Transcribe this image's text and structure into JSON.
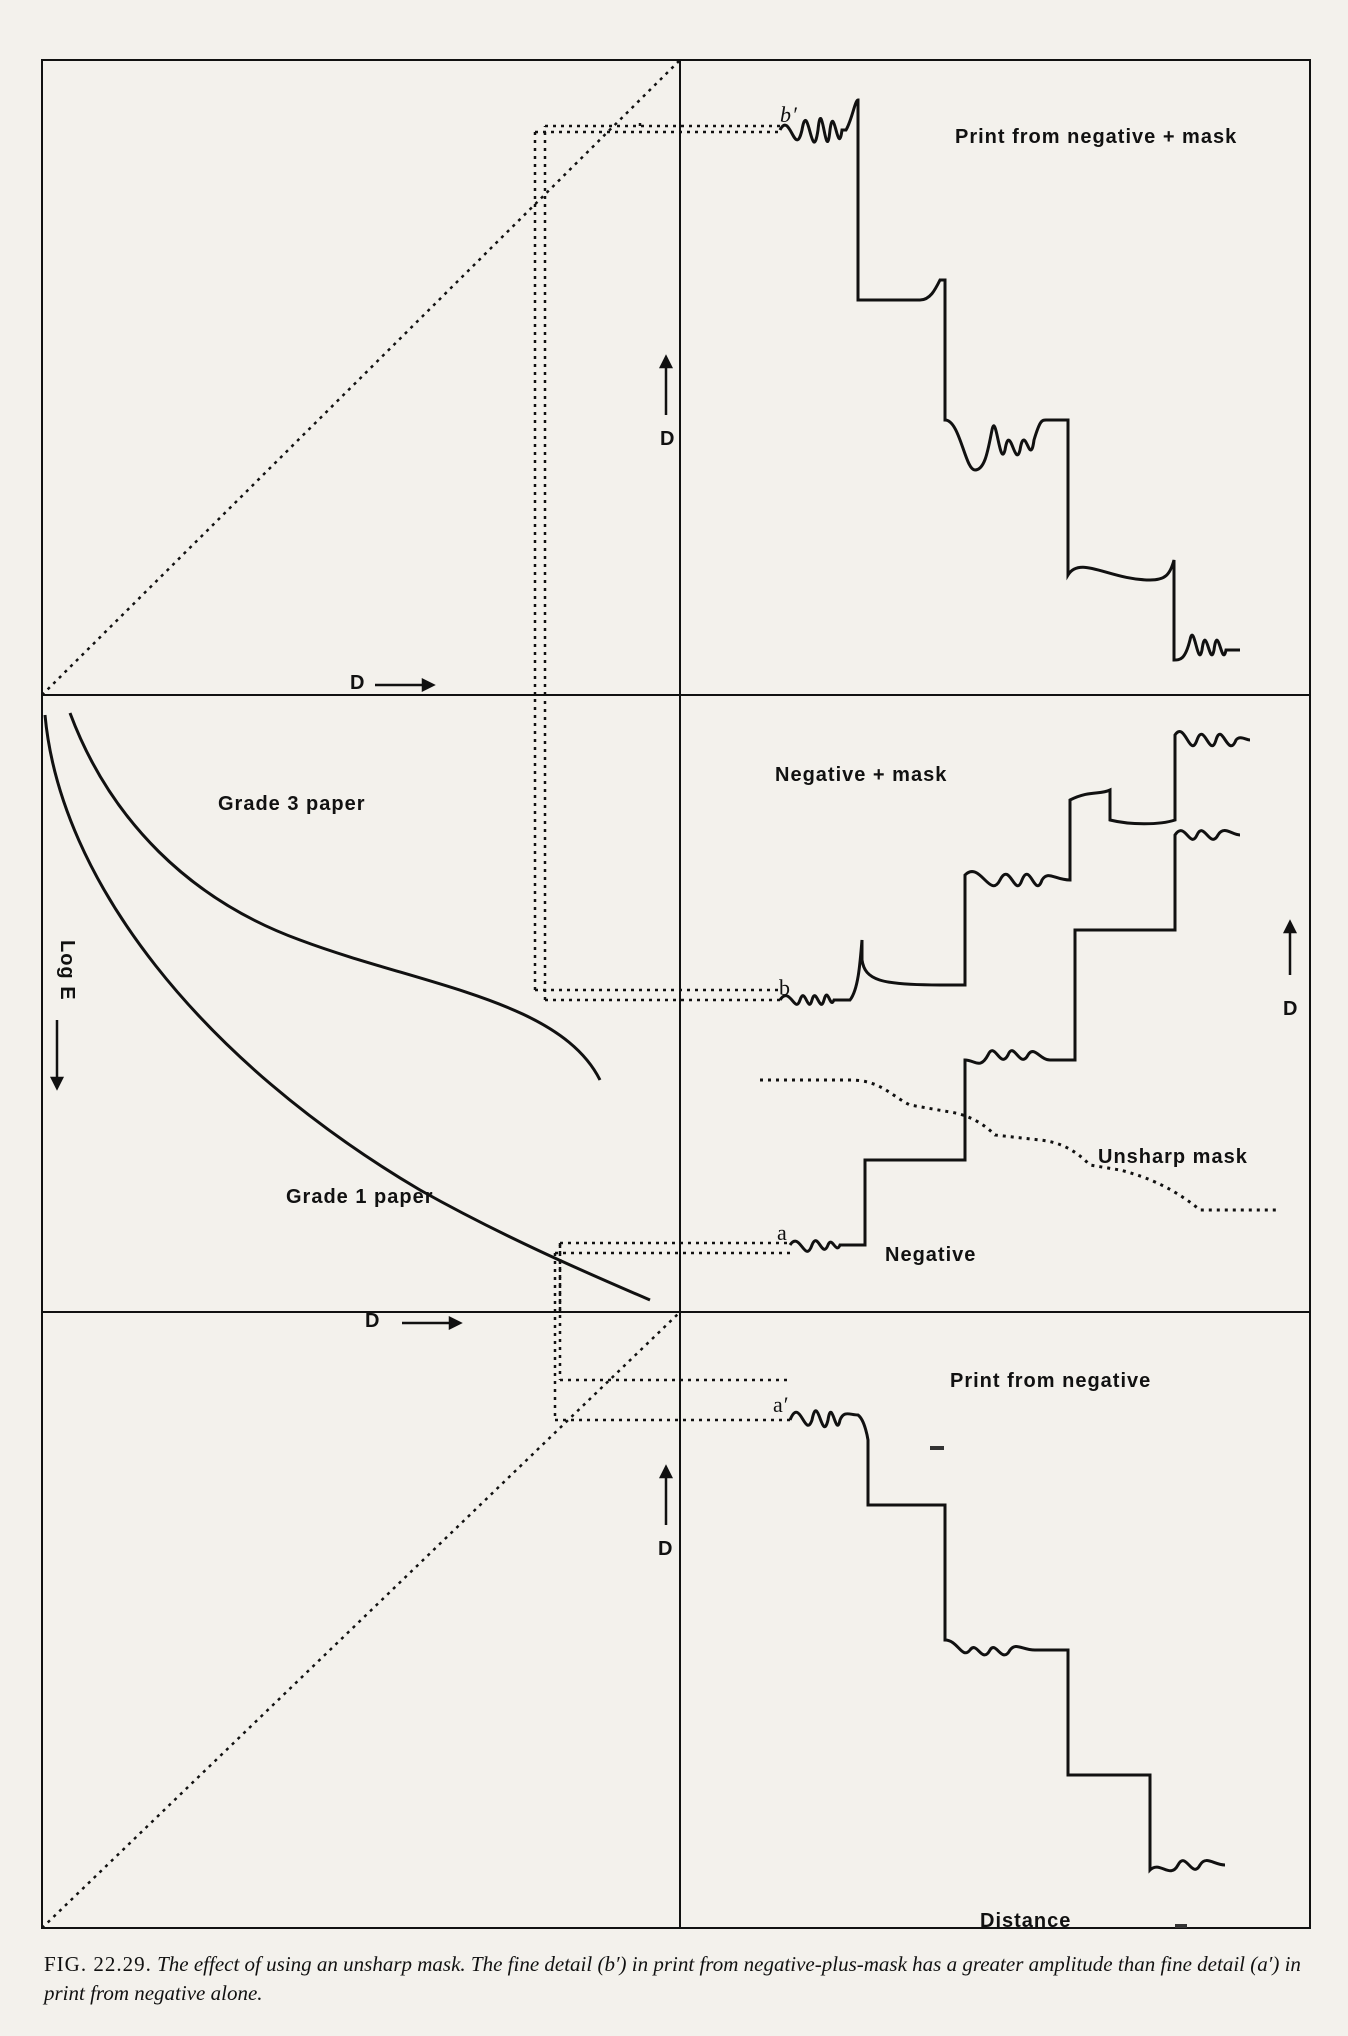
{
  "labels": {
    "print_neg_mask": "Print from negative + mask",
    "neg_mask": "Negative + mask",
    "unsharp_mask": "Unsharp mask",
    "negative": "Negative",
    "print_neg": "Print from negative",
    "grade3": "Grade 3 paper",
    "grade1": "Grade 1 paper",
    "log_e": "Log E",
    "d_axis_top": "D",
    "d_axis_mid_right": "D",
    "d_axis_bottom": "D",
    "d_arrow_q1": "D",
    "d_arrow_q2": "D",
    "distance": "Distance",
    "b_prime": "b′",
    "b": "b",
    "a": "a",
    "a_prime": "a′"
  },
  "caption": {
    "fig": "FIG. 22.29.",
    "text": "The effect of using an unsharp mask. The fine detail (b′) in print from negative-plus-mask has a greater amplitude than fine detail (a′) in print from negative alone."
  },
  "colors": {
    "ink": "#111111",
    "paper": "#f3f1ec"
  }
}
